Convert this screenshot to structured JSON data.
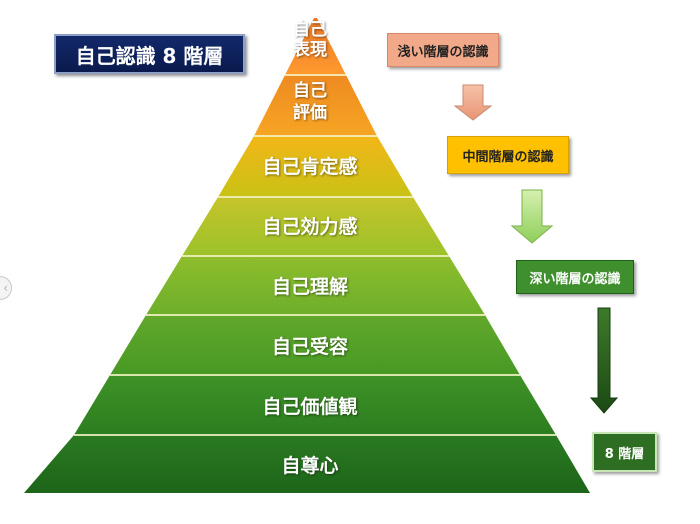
{
  "title": "自己認識 8 階層",
  "pyramid": {
    "levels": [
      {
        "label_line1": "自己",
        "label_line2": "表現"
      },
      {
        "label_line1": "自己",
        "label_line2": "評価"
      },
      {
        "label": "自己肯定感"
      },
      {
        "label": "自己効力感"
      },
      {
        "label": "自己理解"
      },
      {
        "label": "自己受容"
      },
      {
        "label": "自己価値観"
      },
      {
        "label": "自尊心"
      }
    ]
  },
  "tags": {
    "shallow": "浅い階層の認識",
    "middle": "中間階層の認識",
    "deep": "深い階層の認識",
    "count": "8 階層"
  },
  "nav": {
    "prev_icon": "chevron-left-icon"
  }
}
